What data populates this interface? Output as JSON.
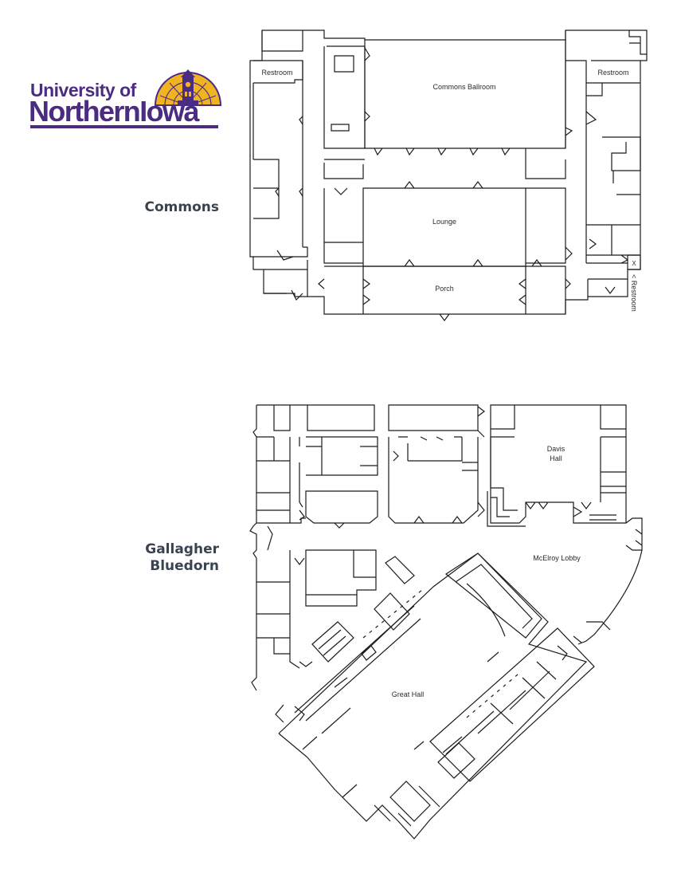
{
  "logo": {
    "line1": "University of",
    "line2": "NorthernIowa",
    "purple": "#4b2c83",
    "gold": "#f0b323"
  },
  "buildings": [
    {
      "label": "Commons",
      "rooms": [
        "Restroom",
        "Commons Ballroom",
        "Restroom",
        "Lounge",
        "Porch",
        "< Restroom",
        "X"
      ]
    },
    {
      "label": "Gallagher\nBluedorn",
      "rooms": [
        "Davis",
        "Hall",
        "McElroy Lobby",
        "Great Hall"
      ]
    }
  ],
  "colors": {
    "label_text": "#3a4450",
    "walls": "#1c1c1c"
  }
}
